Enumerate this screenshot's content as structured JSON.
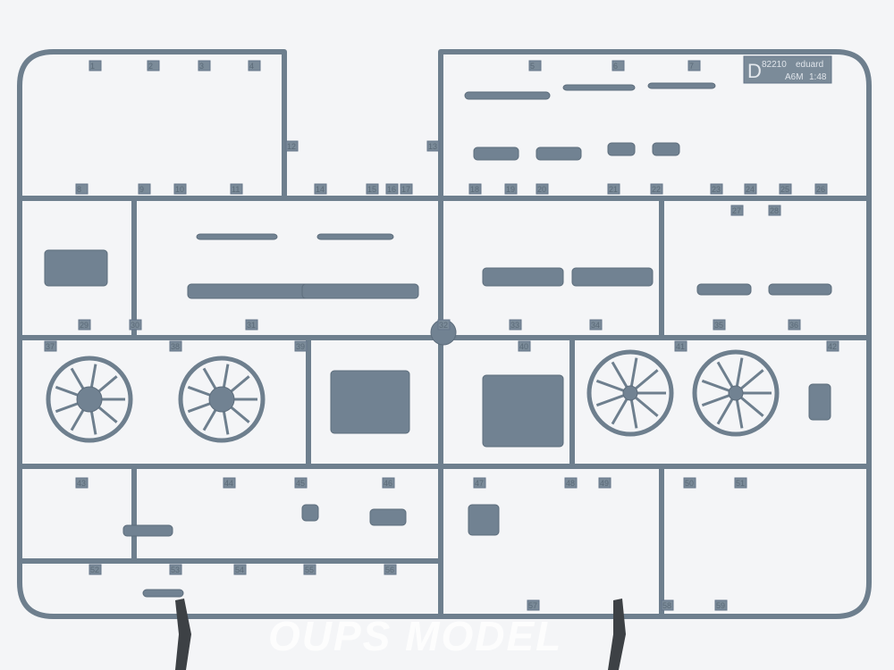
{
  "sprue": {
    "letter": "D",
    "code": "82210",
    "brand": "eduard",
    "model": "A6M",
    "scale": "1:48",
    "color": "#718292"
  },
  "part_numbers": [
    "1",
    "2",
    "3",
    "4",
    "5",
    "6",
    "7",
    "8",
    "9",
    "10",
    "11",
    "12",
    "13",
    "14",
    "15",
    "16",
    "17",
    "18",
    "19",
    "20",
    "21",
    "22",
    "23",
    "24",
    "25",
    "26",
    "27",
    "28",
    "29",
    "30",
    "31",
    "32",
    "33",
    "34",
    "35",
    "36",
    "37",
    "38",
    "39",
    "40",
    "41",
    "42",
    "43",
    "44",
    "45",
    "46",
    "47",
    "48",
    "49",
    "50",
    "51",
    "52",
    "53",
    "54",
    "55",
    "56",
    "57",
    "58",
    "59"
  ],
  "watermark": "OUPS MODEL"
}
